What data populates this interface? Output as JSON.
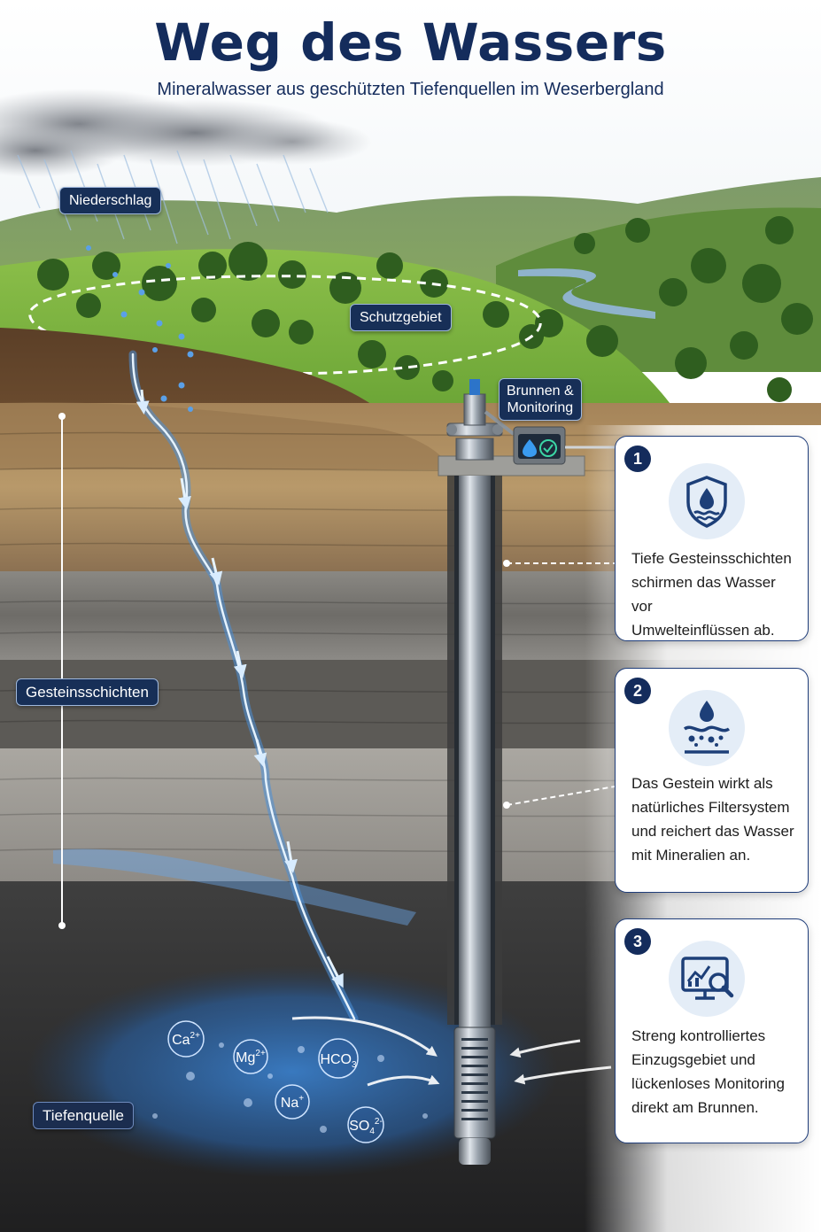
{
  "title": "Weg des Wassers",
  "subtitle": "Mineralwasser aus geschützten Tiefenquellen im Weserbergland",
  "labels": {
    "precipitation": "Niederschlag",
    "protection_zone": "Schutzgebiet",
    "well_line1": "Brunnen &",
    "well_line2": "Monitoring",
    "rock_layers": "Gesteinsschichten",
    "deep_spring": "Tiefenquelle"
  },
  "ions": [
    {
      "base": "Ca",
      "sup": "2+",
      "sub": ""
    },
    {
      "base": "Mg",
      "sup": "2+",
      "sub": ""
    },
    {
      "base": "HCO",
      "sup": "",
      "sub": "3"
    },
    {
      "base": "Na",
      "sup": "+",
      "sub": ""
    },
    {
      "base": "SO",
      "sup": "2-",
      "sub": "4"
    }
  ],
  "cards": [
    {
      "number": "1",
      "icon": "shield-water-icon",
      "lines": [
        "Tiefe Gesteinsschichten",
        "schirmen das Wasser vor",
        "Umwelteinflüssen ab."
      ]
    },
    {
      "number": "2",
      "icon": "filter-drop-icon",
      "lines": [
        "Das Gestein wirkt als",
        "natürliches Filtersystem",
        "und reichert das Wasser",
        "mit Mineralien an."
      ]
    },
    {
      "number": "3",
      "icon": "monitor-chart-icon",
      "lines": [
        "Streng kontrolliertes",
        "Einzugsgebiet und",
        "lückenloses Monitoring",
        "direkt am Brunnen."
      ]
    }
  ],
  "colors": {
    "title": "#142c5c",
    "label_bg": "#172f57",
    "water": "#4a90d9",
    "grass": "#6fa83a"
  }
}
